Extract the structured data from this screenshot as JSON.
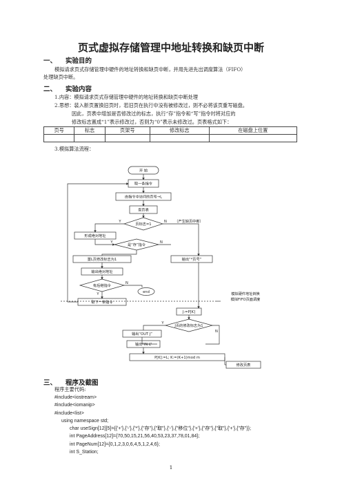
{
  "title": "页式虚拟存储管理中地址转换和缺页中断",
  "section1": {
    "num": "一、",
    "heading": "实验目的",
    "line1": "模拟请求页式存储管理中硬件的地址转换和缺页中断，并用先进先出调度算法（FIFO）",
    "line2": "处理缺页中断。"
  },
  "section2": {
    "num": "二、",
    "heading": "实验内容",
    "item1": "1.内容：模拟请求页式存储管理中硬件的地址转换和缺页中断处理",
    "item2_l1": "2.思想：装入新页置换旧页时，若旧页在执行中没有被修改过，则不必将该页重写磁盘。",
    "item2_l2": "因此，页表中增加是否修改过的标志，执行“存”指令和“写”指令时将对应的",
    "item2_l3": "修改标志置成“1”表示修改过，否则为“0”表示未修改过。页表格式如下：",
    "table_headers": [
      "页号",
      "标志",
      "页架号",
      "修改标志",
      "在磁盘上位置"
    ],
    "item3": "3.模拟算法流程："
  },
  "flowchart": {
    "start": "开  始",
    "fetch": "取一条指令",
    "calc_page": "由指令中访问的页号→L",
    "lookup": "查页表",
    "decision_flag": "页标志=1",
    "yes": "Y",
    "no": "N",
    "page_fault": "（产生缺页中断）",
    "form_addr": "形成绝对地址",
    "decision_store": "是“存”指令",
    "set_modify": "置L页修改标志为1",
    "output_addr": "输出绝对地址",
    "decision_more": "有后继指令",
    "end": "end",
    "fetch_next": "取下一条指令",
    "output_page": "输出“*页号”",
    "side_label_1": "模拟硬件地址转换",
    "side_label_2": "模拟FIFO页面调度",
    "j_assign": "J:=P[K]",
    "decision_j_mod": "J页的修改标志为1",
    "output_out": "输出“OUT J”",
    "output_in": "输出“IN L”",
    "replace": "P[K]:=L;  K:=(K+1)mod m",
    "modify_table": "修改页表"
  },
  "section3": {
    "num": "三、",
    "heading": "程序及截图",
    "intro": "程序主要代码:",
    "code": [
      "#include<iostream>",
      "#include<iomanip>",
      "#include<list>",
      "using namespace std;",
      "char useSign[12][5]={{'+'},{'-'},{'*'},{\"存\"},{\"取\"},{'-'},{\"移位\"},{'+'},{\"存\"},{\"取\"},{'+'},{\"存\"}};",
      "int PageAddress[12]={70,50,15,21,56,40,53,23,37,78,01,84};",
      "int PageNum[12]={0,1,2,3,0,6,4,5,1,2,4,6};",
      "int S_Station;"
    ]
  },
  "page_number": "1"
}
